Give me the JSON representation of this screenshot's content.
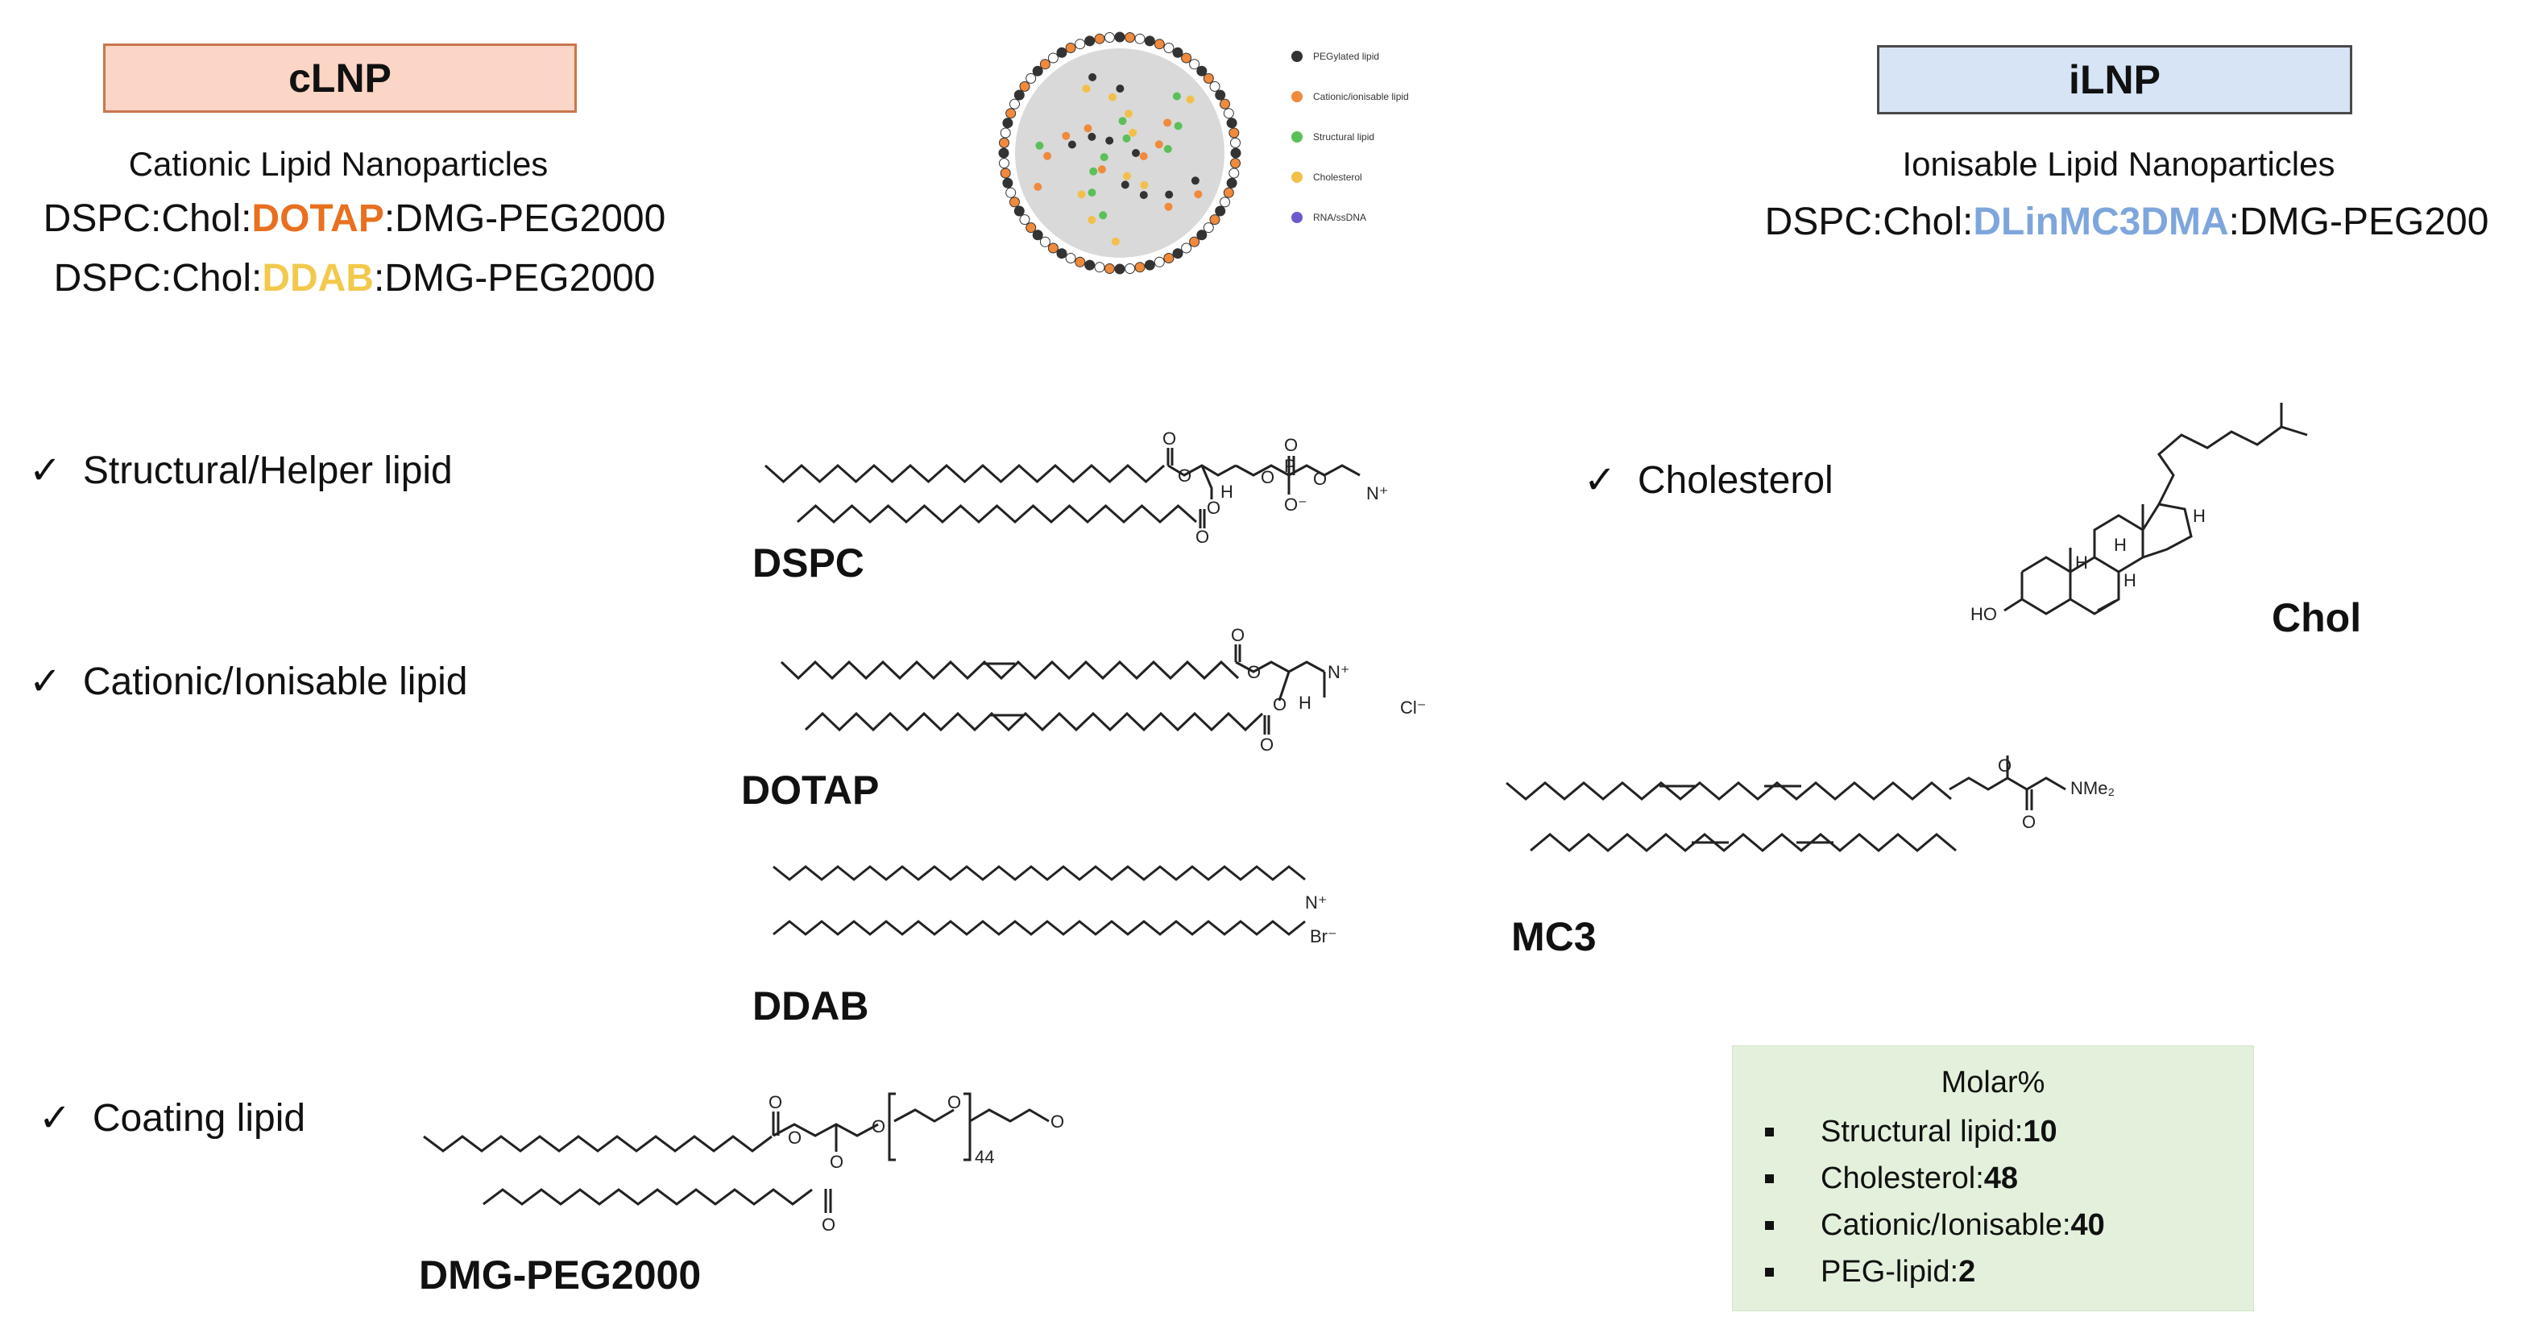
{
  "cLNP": {
    "box_label": "cLNP",
    "subtitle": "Cationic Lipid Nanoparticles",
    "formula1": {
      "pre": "DSPC:Chol:",
      "hl": "DOTAP",
      "post": ":DMG-PEG2000"
    },
    "formula2": {
      "pre": "DSPC:Chol:",
      "hl": "DDAB",
      "post": ":DMG-PEG2000"
    }
  },
  "iLNP": {
    "box_label": "iLNP",
    "subtitle": "Ionisable Lipid Nanoparticles",
    "formula": {
      "pre": "DSPC:Chol:",
      "hl": "DLinMC3DMA",
      "post": ":DMG-PEG200"
    }
  },
  "nanoparticle_legend": [
    {
      "label": "PEGylated lipid",
      "color": "#333333"
    },
    {
      "label": "Cationic/ionisable lipid",
      "color": "#f08a3c"
    },
    {
      "label": "Structural lipid",
      "color": "#5cbf5a"
    },
    {
      "label": "Cholesterol",
      "color": "#f2c04a"
    },
    {
      "label": "RNA/ssDNA",
      "color": "#6a5acd"
    }
  ],
  "checks": {
    "structural": "Structural/Helper lipid",
    "cationic": "Cationic/Ionisable lipid",
    "coating": "Coating lipid",
    "cholesterol": "Cholesterol",
    "mark": "✓"
  },
  "molecules": {
    "dspc": "DSPC",
    "dotap": "DOTAP",
    "ddab": "DDAB",
    "mc3": "MC3",
    "chol": "Chol",
    "peg": "DMG-PEG2000"
  },
  "atoms": {
    "O": "O",
    "P": "P",
    "N_plus": "N⁺",
    "O_minus": "O⁻",
    "H": "H",
    "HO": "HO",
    "Cl": "Cl⁻",
    "Br": "Br⁻",
    "NMe2": "NMe₂",
    "n44": "44"
  },
  "molar": {
    "title": "Molar%",
    "items": [
      {
        "label": "Structural lipid: ",
        "value": "10"
      },
      {
        "label": "Cholesterol: ",
        "value": "48"
      },
      {
        "label": "Cationic/Ionisable: ",
        "value": "40"
      },
      {
        "label": "PEG-lipid: ",
        "value": "2"
      }
    ]
  },
  "colors": {
    "cLNP_box_bg": "#fbd5c5",
    "cLNP_box_border": "#c9764e",
    "iLNP_box_bg": "#d6e4f5",
    "iLNP_box_border": "#4a4a4a",
    "DOTAP": "#e8701f",
    "DDAB": "#f2c94c",
    "DLinMC3DMA": "#7ea6dc"
  }
}
